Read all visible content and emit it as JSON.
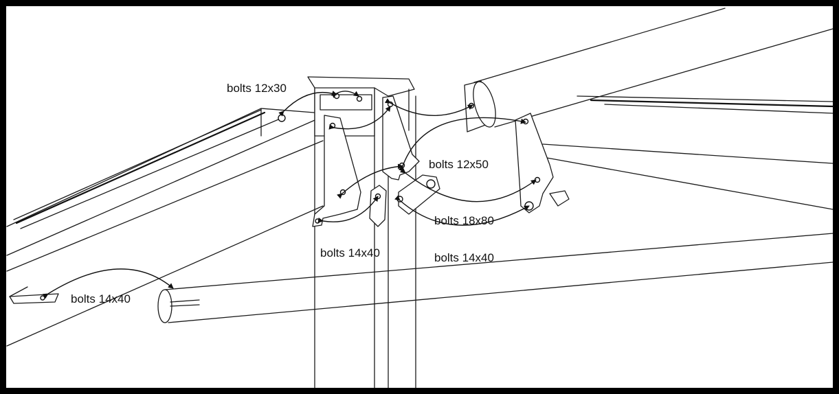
{
  "labels": {
    "bolts_12x30": "bolts 12x30",
    "bolts_12x50": "bolts 12x50",
    "bolts_18x80": "bolts 18x80",
    "bolts_14x40_bracket": "bolts 14x40",
    "bolts_14x40_beam": "bolts 14x40",
    "bolts_14x40_end": "bolts 14x40"
  },
  "colors": {
    "frame": "#000000",
    "ink": "#111111",
    "background": "#ffffff"
  }
}
